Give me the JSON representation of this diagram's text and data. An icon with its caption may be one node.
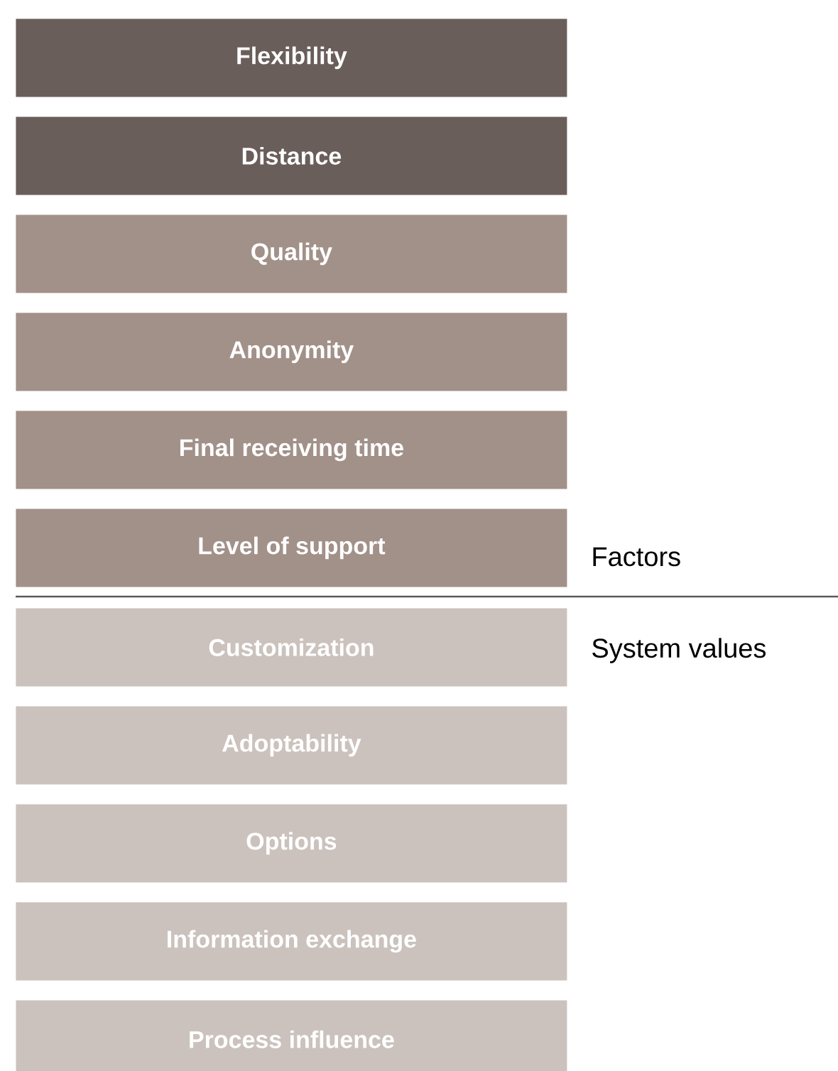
{
  "diagram": {
    "nodes": [
      {
        "text": [
          "Flexibility"
        ]
      },
      {
        "text": [
          "Distance"
        ]
      },
      {
        "text": [
          "Quality"
        ]
      },
      {
        "text": [
          "Anonymity"
        ]
      },
      {
        "text": [
          "Final receiving time"
        ]
      },
      {
        "text": [
          "Level of support"
        ]
      },
      {
        "text": [
          "Customization"
        ]
      },
      {
        "text": [
          "Adoptability"
        ]
      },
      {
        "text": [
          "Options"
        ]
      },
      {
        "text": [
          "Information exchange"
        ]
      },
      {
        "text": [
          "Process influence"
        ]
      }
    ],
    "labels": [
      "Factors",
      "System values"
    ]
  }
}
